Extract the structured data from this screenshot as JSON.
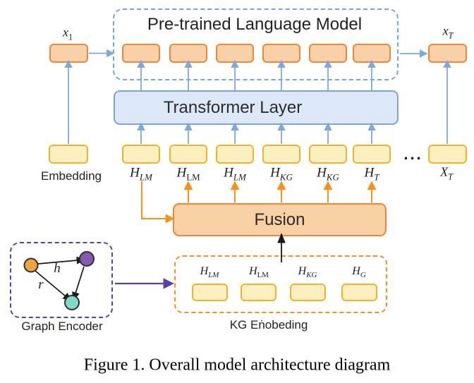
{
  "plm": {
    "title": "Pre-trained Language Model"
  },
  "transformer_label": "Transformer Layer",
  "fusion_label": "Fusion",
  "embedding_label": "Embedding",
  "graph_encoder_label": "Graph Encoder",
  "kg_label": "KG Eṅobeding",
  "caption": "Figure 1. Overall model architecture diagram",
  "ellipsis": "...",
  "x1": {
    "base": "x",
    "sub": "1"
  },
  "xT_top": {
    "base": "x",
    "sub": "T"
  },
  "XT_bottom": {
    "base": "X",
    "sub": "T"
  },
  "hidden_states": [
    {
      "base": "H",
      "sub": "LM"
    },
    {
      "base": "H",
      "sub": "LM"
    },
    {
      "base": "H",
      "sub": "LM"
    },
    {
      "base": "H",
      "sub": "KG"
    },
    {
      "base": "H",
      "sub": "KG"
    },
    {
      "base": "H",
      "sub": "T"
    }
  ],
  "kg_slots": [
    {
      "base": "H",
      "sub": "LM"
    },
    {
      "base": "H",
      "sub": "LM"
    },
    {
      "base": "H",
      "sub": "KG"
    },
    {
      "base": "H",
      "sub": "G"
    }
  ],
  "graph_edges": {
    "h": "h",
    "r": "r"
  },
  "colors": {
    "box_orange_fill": "#F9D0A8",
    "box_orange_stroke": "#ED8936",
    "box_yellow_fill": "#FCEFC0",
    "box_yellow_stroke": "#F2B32C",
    "panel_blue_fill": "#DCE8F8",
    "panel_blue_stroke": "#7CA5D9",
    "dashed_blue": "#6FA8DC",
    "dashed_orange": "#F5921D",
    "dashed_purple": "#5B3FA8",
    "arrow_blue": "#7EA9DC",
    "arrow_orange": "#F5921D",
    "arrow_black": "#1a1a1a",
    "arrow_purple": "#5B3FA8",
    "node_orange": "#F2A33C",
    "node_purple": "#8659B5",
    "node_teal": "#7FD9C6"
  }
}
